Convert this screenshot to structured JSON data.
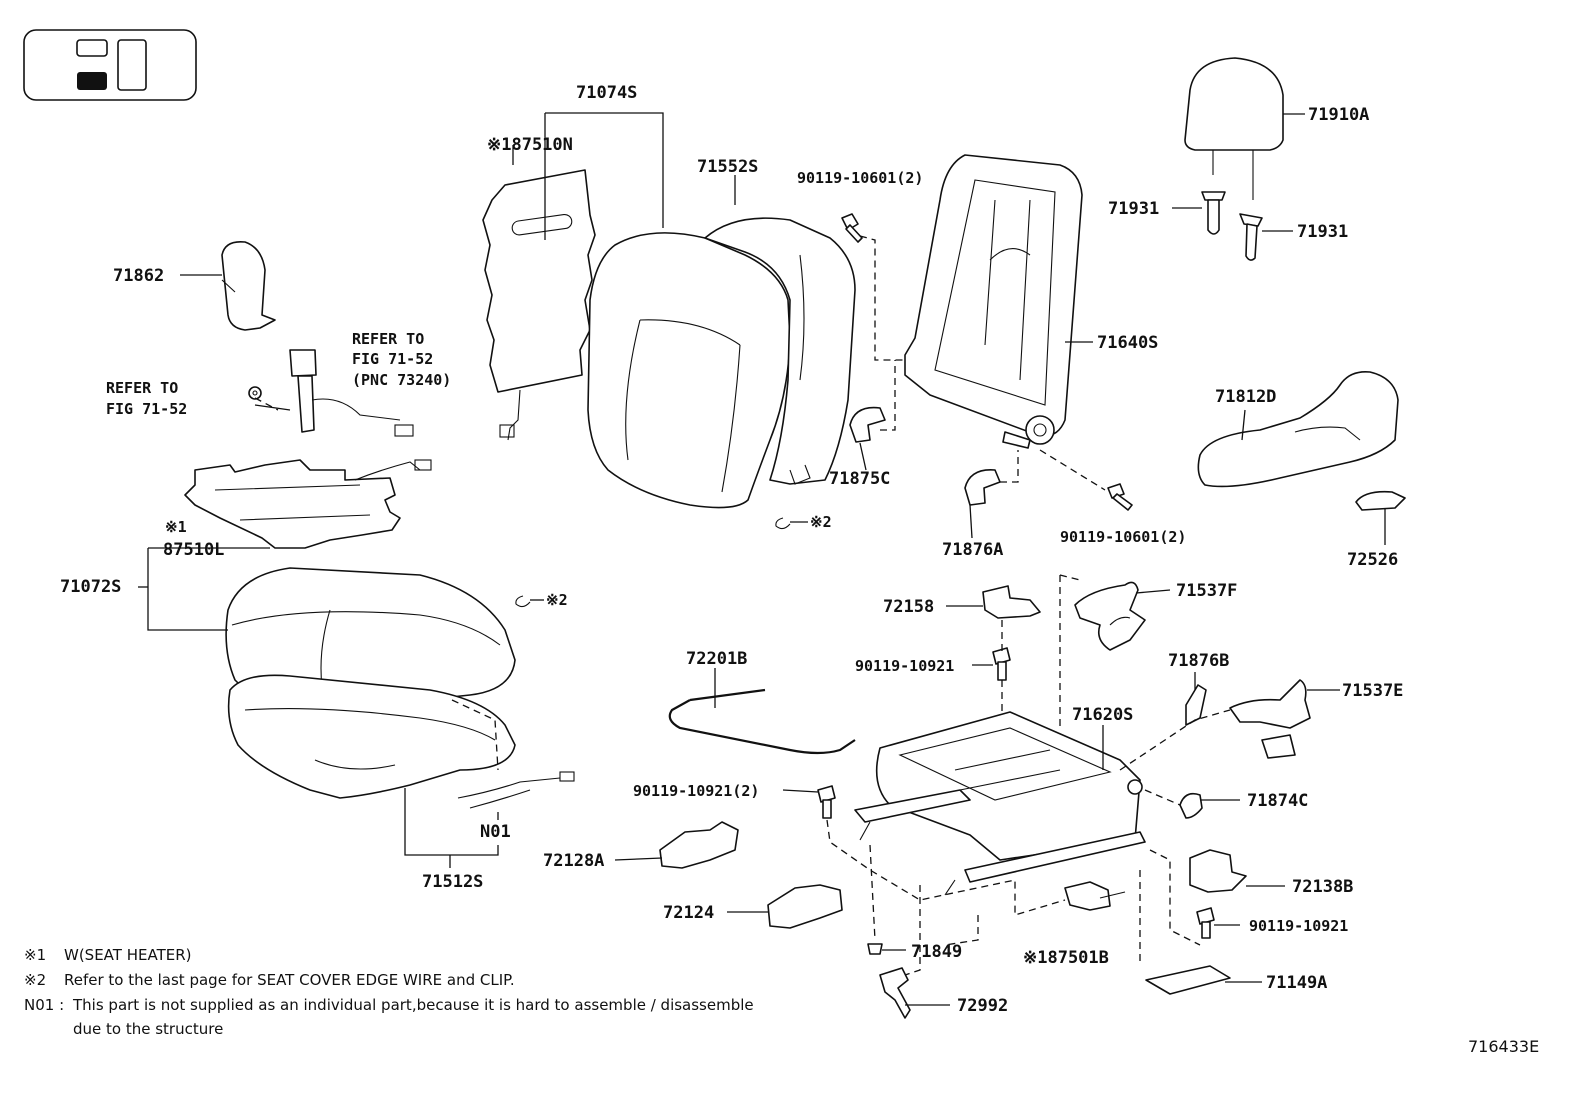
{
  "diagram_ref": "716433E",
  "labels": {
    "p71074S": "71074S",
    "p87510N": "※187510N",
    "p71552S": "71552S",
    "p90119_10601a": "90119-10601(2)",
    "p90119_10601b": "90119-10601(2)",
    "p71910A": "71910A",
    "p71931a": "71931",
    "p71931b": "71931",
    "p71862": "71862",
    "p71640S": "71640S",
    "p71812D": "71812D",
    "p71875C": "71875C",
    "p71876A": "71876A",
    "p72526": "72526",
    "p87510L_mark": "※1",
    "p87510L": "87510L",
    "p71072S": "71072S",
    "p72158": "72158",
    "p71537F": "71537F",
    "p90119_10921a": "90119-10921",
    "p72201B": "72201B",
    "p71876B": "71876B",
    "p71537E": "71537E",
    "p71620S": "71620S",
    "p90119_10921b": "90119-10921(2)",
    "p71874C": "71874C",
    "p72128A": "72128A",
    "pN01": "N01",
    "p71512S": "71512S",
    "p72138B": "72138B",
    "p72124": "72124",
    "p90119_10921c": "90119-10921",
    "p71849": "71849",
    "p87501B": "※187501B",
    "p71149A": "71149A",
    "p72992": "72992",
    "clip_a": "※2",
    "clip_b": "※2"
  },
  "refer_to": {
    "belt_line1": "REFER TO",
    "belt_line2": "FIG 71-52",
    "belt_line3": "(PNC 73240)",
    "nut_line1": "REFER TO",
    "nut_line2": "FIG 71-52"
  },
  "notes": [
    {
      "mark": "※1",
      "text": "W(SEAT  HEATER)"
    },
    {
      "mark": "※2",
      "text": "Refer to the last page for SEAT COVER EDGE WIRE and CLIP."
    },
    {
      "mark": "N01 :",
      "text": "This part is not supplied as an individual part,because it is hard to assemble / disassemble"
    },
    {
      "mark": "",
      "text": "due to the structure"
    }
  ]
}
